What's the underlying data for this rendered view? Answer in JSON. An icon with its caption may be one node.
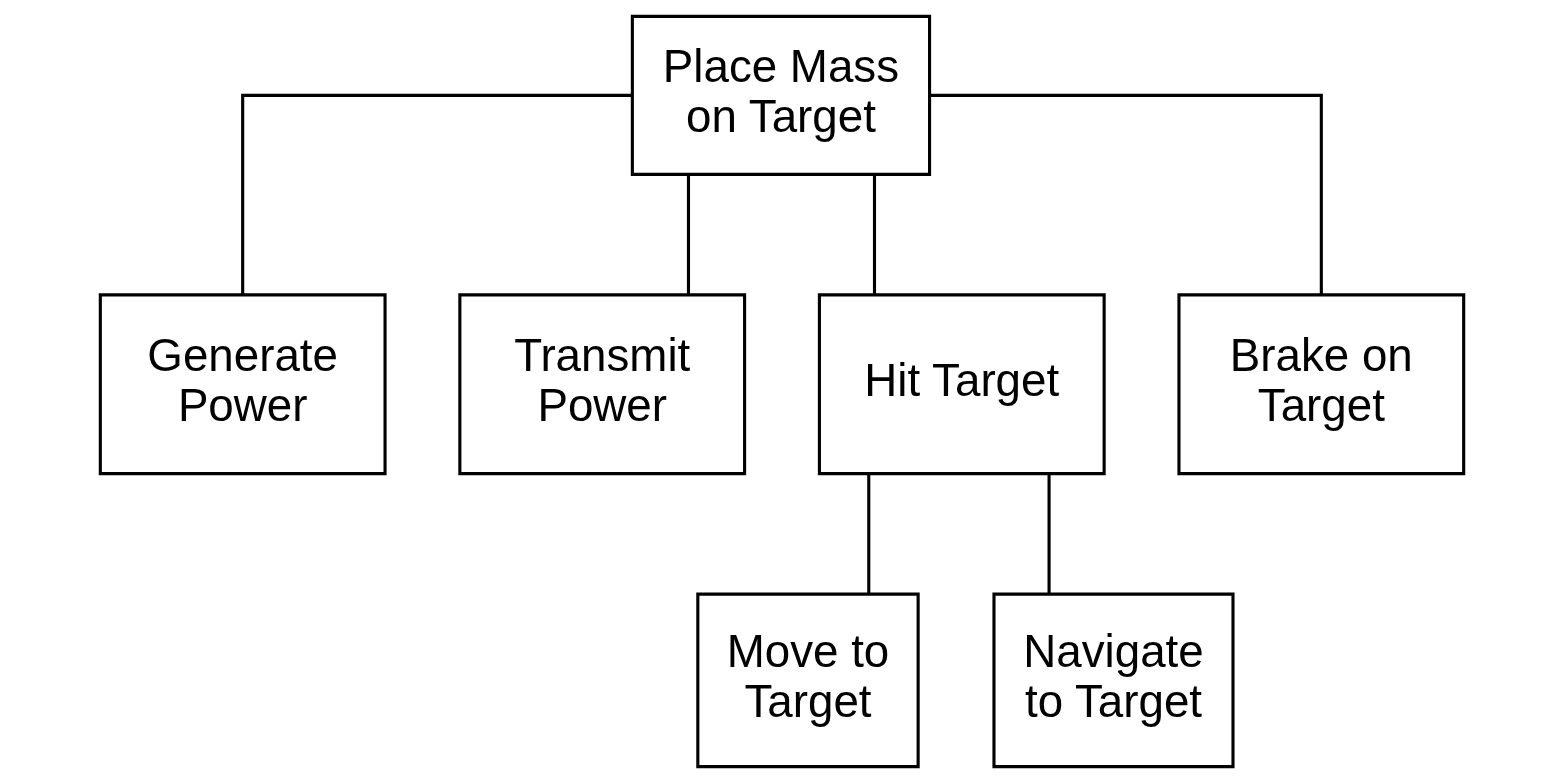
{
  "diagram": {
    "nodes": [
      {
        "text": [
          "Place Mass on Target"
        ]
      },
      {
        "text": [
          "Generate Power"
        ]
      },
      {
        "text": [
          "Transmit Power"
        ]
      },
      {
        "text": [
          "Hit Target"
        ]
      },
      {
        "text": [
          "Brake on Target"
        ]
      },
      {
        "text": [
          "Move to Target"
        ]
      },
      {
        "text": [
          "Navigate to Target"
        ]
      }
    ],
    "edges": [
      {
        "from": 0,
        "to": 1,
        "arrow": "none"
      },
      {
        "from": 0,
        "to": 2,
        "arrow": "none"
      },
      {
        "from": 0,
        "to": 3,
        "arrow": "none"
      },
      {
        "from": 0,
        "to": 4,
        "arrow": "none"
      },
      {
        "from": 3,
        "to": 5,
        "arrow": "none"
      },
      {
        "from": 3,
        "to": 6,
        "arrow": "none"
      }
    ]
  }
}
